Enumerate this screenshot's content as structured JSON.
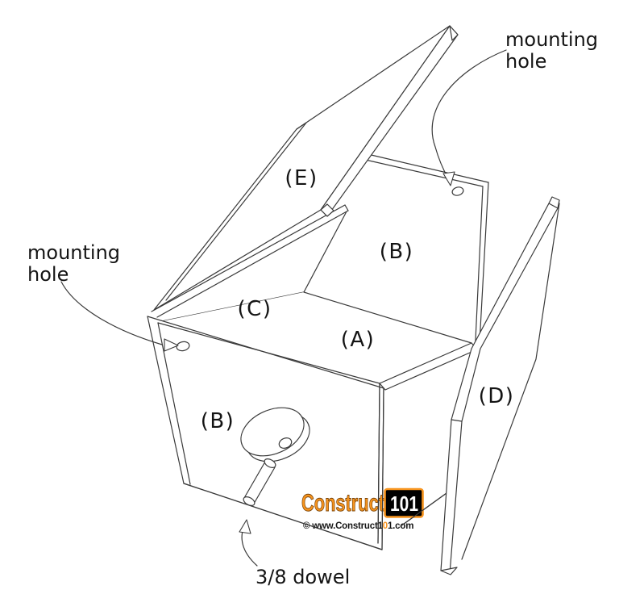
{
  "diagram": {
    "part_labels": [
      {
        "part": "roof-panel",
        "label": "(E)"
      },
      {
        "part": "back-panel",
        "label": "(B)"
      },
      {
        "part": "left-side-panel",
        "label": "(C)"
      },
      {
        "part": "bottom-panel",
        "label": "(A)"
      },
      {
        "part": "front-panel",
        "label": "(B)"
      },
      {
        "part": "right-side-panel",
        "label": "(D)"
      }
    ],
    "callouts": {
      "mounting_hole_top_right": {
        "line1": "mounting",
        "line2": "hole"
      },
      "mounting_hole_left": {
        "line1": "mounting",
        "line2": "hole"
      },
      "dowel_label": "3/8 dowel"
    }
  },
  "watermark": {
    "brand_text": "Construct",
    "brand_badge": "101",
    "website_pre": "© www.Construct1",
    "website_zero": "0",
    "website_post": "1.com",
    "brand_color": "#F7941E"
  },
  "colors": {
    "background": "#FFFFFF",
    "line": "#3A3A3A",
    "text": "#141414",
    "logo_orange": "#F7941E",
    "logo_outline": "#7A4408",
    "badge_background": "#000000",
    "badge_text": "#FFFFFF"
  }
}
